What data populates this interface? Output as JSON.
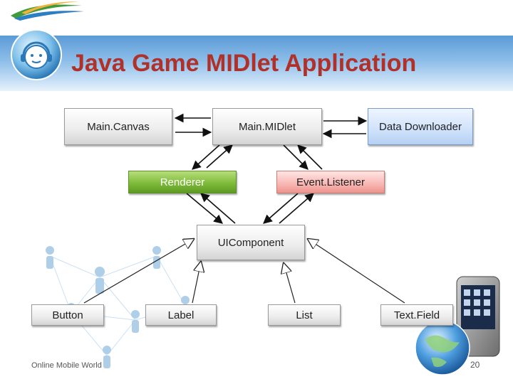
{
  "slide": {
    "title": "Java Game MIDlet Application",
    "footer_left": "Online Mobile World",
    "page_number": "20"
  },
  "colors": {
    "title": "#b0302a",
    "banner": "#5b9bd6",
    "renderer_fill": "#7fbb3b",
    "event_listener_fill": "#f8b6b2",
    "data_downloader_fill": "#cfe2fb"
  },
  "diagram": {
    "nodes": {
      "main_canvas": "Main.Canvas",
      "main_midlet": "Main.MIDlet",
      "data_downloader": "Data Downloader",
      "renderer": "Renderer",
      "event_listener": "Event.Listener",
      "ui_component": "UIComponent",
      "button": "Button",
      "label": "Label",
      "list": "List",
      "text_field": "Text.Field"
    }
  },
  "icons": {
    "logo": "swoosh-logo-icon",
    "headset": "headset-avatar-icon",
    "people": "people-network-icon",
    "phone": "mobile-phone-globe-icon"
  }
}
